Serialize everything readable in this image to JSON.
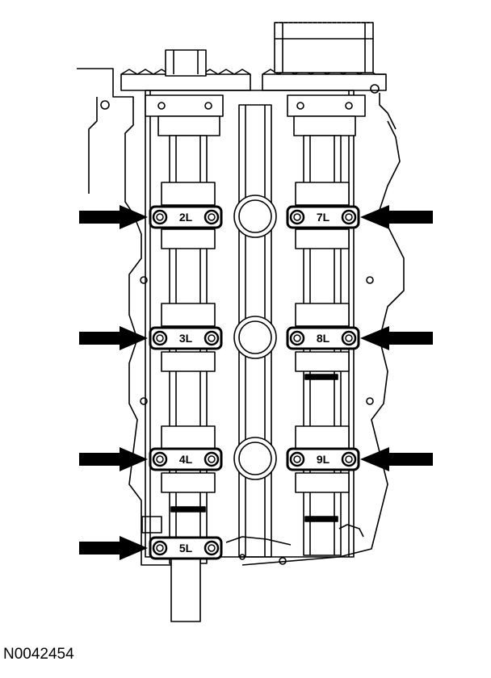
{
  "figure_id": "N0042454",
  "caps": [
    {
      "label": "2L",
      "side": "left",
      "row": 0
    },
    {
      "label": "7L",
      "side": "right",
      "row": 0
    },
    {
      "label": "3L",
      "side": "left",
      "row": 1
    },
    {
      "label": "8L",
      "side": "right",
      "row": 1
    },
    {
      "label": "4L",
      "side": "left",
      "row": 2
    },
    {
      "label": "9L",
      "side": "right",
      "row": 2
    },
    {
      "label": "5L",
      "side": "left",
      "row": 3
    }
  ],
  "arrows": [
    {
      "side": "left",
      "row": 0
    },
    {
      "side": "right",
      "row": 0
    },
    {
      "side": "left",
      "row": 1
    },
    {
      "side": "right",
      "row": 1
    },
    {
      "side": "left",
      "row": 2
    },
    {
      "side": "right",
      "row": 2
    },
    {
      "side": "left",
      "row": 3
    }
  ]
}
